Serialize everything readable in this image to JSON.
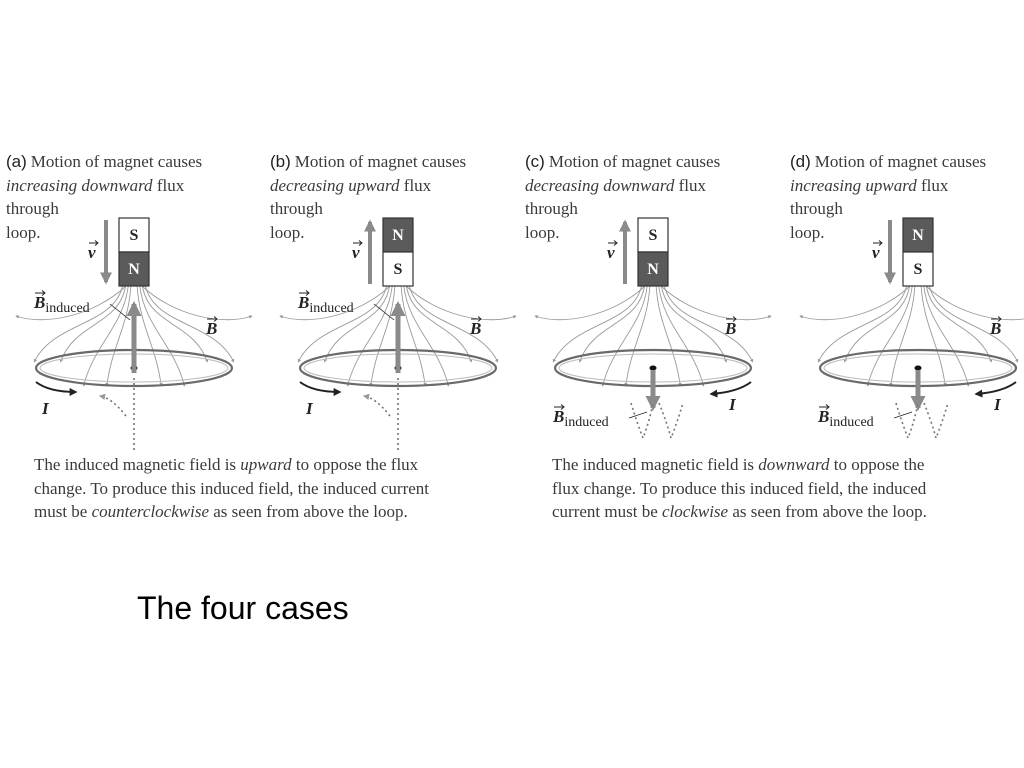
{
  "panels": [
    {
      "tag": "(a)",
      "header": {
        "prefix": "Motion of magnet causes",
        "emph": "increasing downward",
        "suffix": "flux",
        "line3": "through",
        "line4": "loop."
      },
      "magnet": {
        "top": "S",
        "bottom": "N"
      },
      "velocity_direction": "down",
      "b_induced_direction": "up",
      "current_direction": "counterclockwise",
      "labels": {
        "v": "v",
        "b_field": "B",
        "b_induced_main": "B",
        "b_induced_sub": "induced",
        "current": "I"
      }
    },
    {
      "tag": "(b)",
      "header": {
        "prefix": "Motion of magnet causes",
        "emph": "decreasing upward",
        "suffix": "flux",
        "line3": "through",
        "line4": "loop."
      },
      "magnet": {
        "top": "N",
        "bottom": "S"
      },
      "velocity_direction": "up",
      "b_induced_direction": "up",
      "current_direction": "counterclockwise",
      "labels": {
        "v": "v",
        "b_field": "B",
        "b_induced_main": "B",
        "b_induced_sub": "induced",
        "current": "I"
      }
    },
    {
      "tag": "(c)",
      "header": {
        "prefix": "Motion of magnet causes",
        "emph": "decreasing downward",
        "suffix": "flux",
        "line3": "through",
        "line4": "loop."
      },
      "magnet": {
        "top": "S",
        "bottom": "N"
      },
      "velocity_direction": "up",
      "b_induced_direction": "down",
      "current_direction": "clockwise",
      "labels": {
        "v": "v",
        "b_field": "B",
        "b_induced_main": "B",
        "b_induced_sub": "induced",
        "current": "I"
      }
    },
    {
      "tag": "(d)",
      "header": {
        "prefix": "Motion of magnet causes",
        "emph": "increasing upward",
        "suffix": "flux",
        "line3": "through",
        "line4": "loop."
      },
      "magnet": {
        "top": "N",
        "bottom": "S"
      },
      "velocity_direction": "down",
      "b_induced_direction": "down",
      "current_direction": "clockwise",
      "labels": {
        "v": "v",
        "b_field": "B",
        "b_induced_main": "B",
        "b_induced_sub": "induced",
        "current": "I"
      }
    }
  ],
  "captions": {
    "left": {
      "l1_pre": "The induced magnetic field is",
      "l1_emph": "upward",
      "l1_post": "to oppose the flux",
      "l2": "change.  To produce this induced field, the induced current",
      "l3_pre": "must be",
      "l3_emph": "counterclockwise",
      "l3_post": "as seen from above the loop."
    },
    "right": {
      "l1_pre": "The induced magnetic field is",
      "l1_emph": "downward",
      "l1_post": "to oppose the",
      "l2": "flux change.  To produce this induced field, the induced",
      "l3_pre": "current must be",
      "l3_emph": "clockwise",
      "l3_post": "as seen from above the loop."
    }
  },
  "title": "The four cases",
  "colors": {
    "magnet_dark": "#5a5a5a",
    "magnet_light": "#ffffff",
    "arrow_gray": "#8a8a8a",
    "field_line": "#9a9a9a",
    "loop": "#6a6a6a",
    "text": "#3a3a3a"
  }
}
